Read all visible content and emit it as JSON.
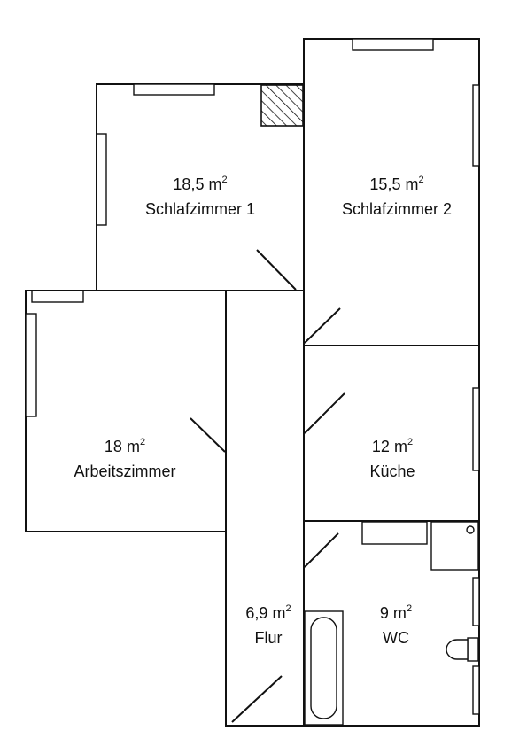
{
  "plan": {
    "rooms": [
      {
        "id": "schlafzimmer-1",
        "area": "18,5 m",
        "unit_sup": "2",
        "name": "Schlafzimmer 1"
      },
      {
        "id": "schlafzimmer-2",
        "area": "15,5 m",
        "unit_sup": "2",
        "name": "Schlafzimmer 2"
      },
      {
        "id": "arbeitszimmer",
        "area": "18 m",
        "unit_sup": "2",
        "name": "Arbeitszimmer"
      },
      {
        "id": "kueche",
        "area": "12 m",
        "unit_sup": "2",
        "name": "Küche"
      },
      {
        "id": "flur",
        "area": "6,9 m",
        "unit_sup": "2",
        "name": "Flur"
      },
      {
        "id": "wc",
        "area": "9 m",
        "unit_sup": "2",
        "name": "WC"
      }
    ],
    "colors": {
      "line": "#111111",
      "background": "#ffffff"
    }
  }
}
